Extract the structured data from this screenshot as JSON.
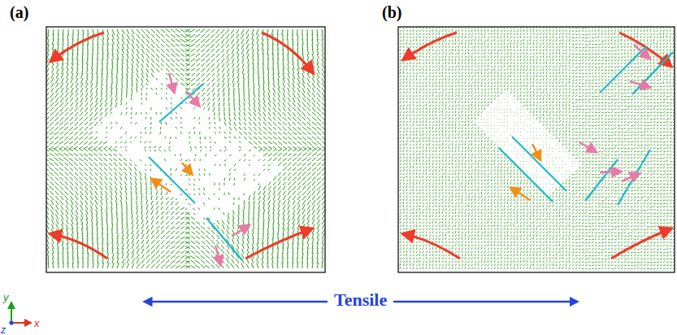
{
  "diagram": {
    "labels": [
      "(a)",
      "(b)",
      "Tensile",
      "y",
      "x",
      "z"
    ]
  }
}
